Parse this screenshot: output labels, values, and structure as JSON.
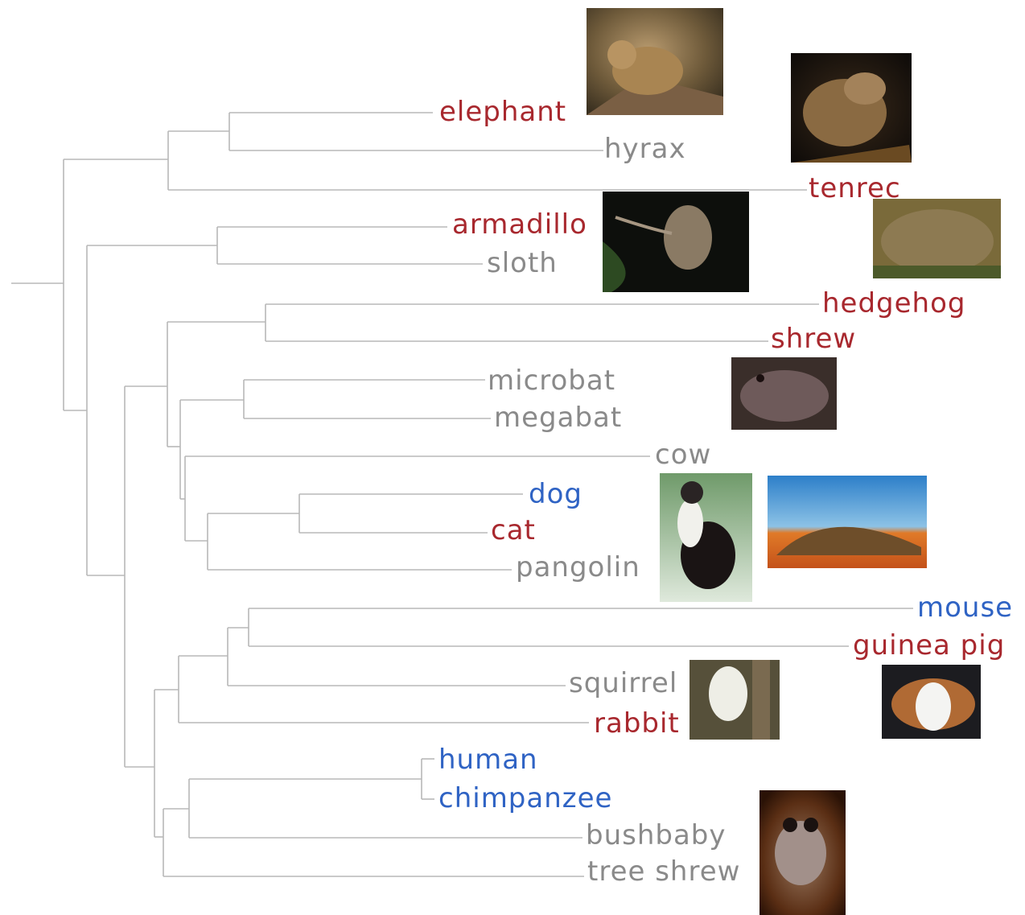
{
  "colors": {
    "red": "#a8282e",
    "gray": "#8a8a8a",
    "blue": "#2f63c4",
    "branch": "#b8b8b8"
  },
  "taxa": [
    {
      "id": "elephant",
      "label": "elephant",
      "color": "red"
    },
    {
      "id": "hyrax",
      "label": "hyrax",
      "color": "gray"
    },
    {
      "id": "tenrec",
      "label": "tenrec",
      "color": "red"
    },
    {
      "id": "armadillo",
      "label": "armadillo",
      "color": "red"
    },
    {
      "id": "sloth",
      "label": "sloth",
      "color": "gray"
    },
    {
      "id": "hedgehog",
      "label": "hedgehog",
      "color": "red"
    },
    {
      "id": "shrew",
      "label": "shrew",
      "color": "red"
    },
    {
      "id": "microbat",
      "label": "microbat",
      "color": "gray"
    },
    {
      "id": "megabat",
      "label": "megabat",
      "color": "gray"
    },
    {
      "id": "cow",
      "label": "cow",
      "color": "gray"
    },
    {
      "id": "dog",
      "label": "dog",
      "color": "blue"
    },
    {
      "id": "cat",
      "label": "cat",
      "color": "red"
    },
    {
      "id": "pangolin",
      "label": "pangolin",
      "color": "gray"
    },
    {
      "id": "mouse",
      "label": "mouse",
      "color": "blue"
    },
    {
      "id": "guinea-pig",
      "label": "guinea pig",
      "color": "red"
    },
    {
      "id": "squirrel",
      "label": "squirrel",
      "color": "gray"
    },
    {
      "id": "rabbit",
      "label": "rabbit",
      "color": "red"
    },
    {
      "id": "human",
      "label": "human",
      "color": "blue"
    },
    {
      "id": "chimpanzee",
      "label": "chimpanzee",
      "color": "blue"
    },
    {
      "id": "bushbaby",
      "label": "bushbaby",
      "color": "gray"
    },
    {
      "id": "tree-shrew",
      "label": "tree shrew",
      "color": "gray"
    }
  ],
  "photos": [
    {
      "id": "hyrax-photo",
      "subject": "hyrax"
    },
    {
      "id": "tenrec-photo",
      "subject": "tenrec"
    },
    {
      "id": "armadillo-photo",
      "subject": "armadillo"
    },
    {
      "id": "hedgehog-photo",
      "subject": "hedgehog"
    },
    {
      "id": "shrew-photo",
      "subject": "shrew"
    },
    {
      "id": "cat-photo",
      "subject": "cat"
    },
    {
      "id": "pangolin-photo",
      "subject": "pangolin"
    },
    {
      "id": "rabbit-photo",
      "subject": "rabbit"
    },
    {
      "id": "guinea-pig-photo",
      "subject": "guinea pig"
    },
    {
      "id": "bushbaby-photo",
      "subject": "bushbaby"
    }
  ]
}
